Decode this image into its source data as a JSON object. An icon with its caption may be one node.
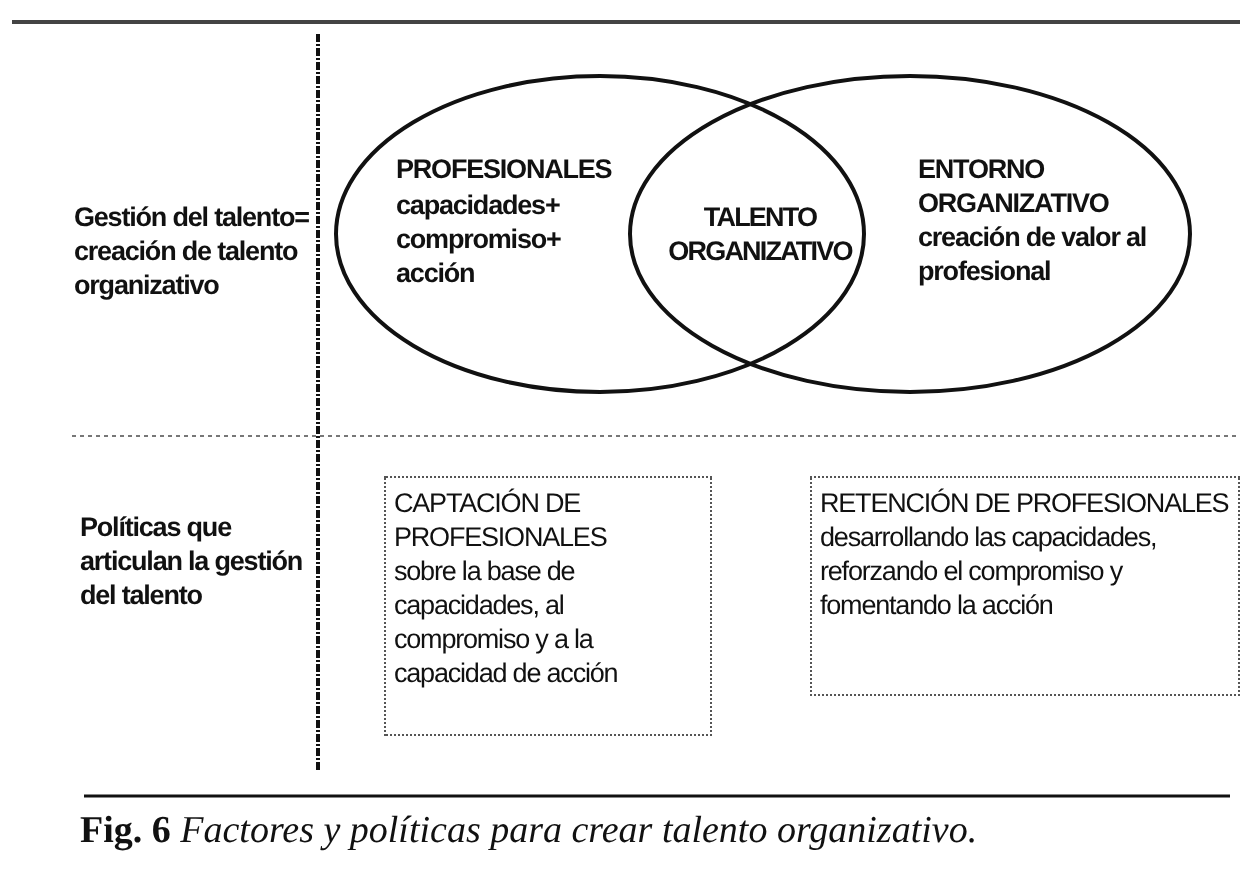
{
  "diagram": {
    "caption": "**Fig. 6** *Factores y políticas para crear talento organizativo.*",
    "nodes": [
      {
        "text": [
          "PROFESIONALES",
          "capacidades+ compromiso+ acción"
        ]
      },
      {
        "text": [
          "ENTORNO ORGANIZATIVO",
          "creación de valor al profesional"
        ]
      },
      {
        "text": [
          "CAPTACIÓN DE PROFESIONALES",
          "sobre la base de capacidades, al compromiso y a la capacidad de acción"
        ]
      },
      {
        "text": [
          "RETENCIÓN  DE PROFESIONALES",
          "desarrollando las capacidades, reforzando el compromiso y fomentando la acción"
        ]
      }
    ],
    "labels": [
      "Gestión del talento= creación de talento organizativo",
      "TALENTO ORGANIZATIVO",
      "Políticas que articulan la gestión del talento"
    ]
  }
}
